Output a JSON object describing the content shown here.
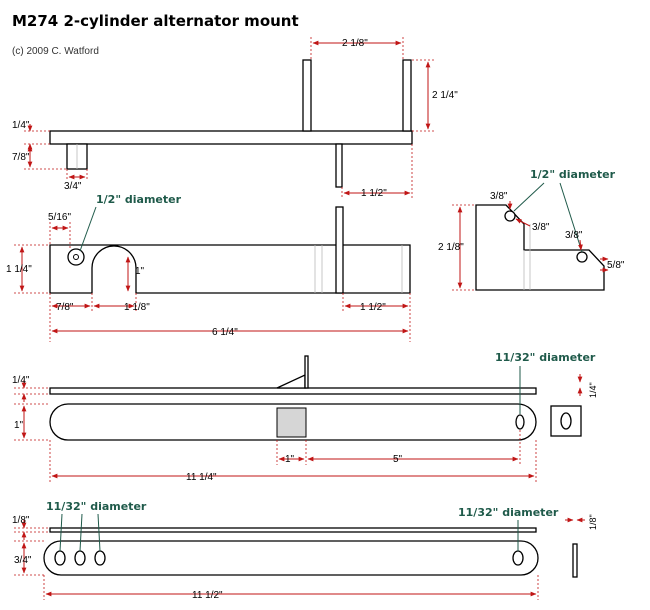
{
  "title": "M274 2-cylinder alternator mount",
  "copyright": "(c) 2009 C. Watford",
  "colors": {
    "dimension": "#c01616",
    "hole_label": "#1f5a4a",
    "outline": "#000000"
  },
  "dims": {
    "top_width_2_1_8": "2 1/8\"",
    "top_height_2_1_4": "2 1/4\"",
    "top_thick_1_4": "1/4\"",
    "top_tab_7_8": "7/8\"",
    "top_tab_3_4": "3/4\"",
    "top_post_1_1_2": "1 1/2\"",
    "side_hole_5_16": "5/16\"",
    "side_height_1_1_4": "1 1/4\"",
    "side_slot_1": "1\"",
    "side_7_8": "7/8\"",
    "side_1_1_8": "1 1/8\"",
    "side_post_1_1_2": "1 1/2\"",
    "side_total_6_1_4": "6 1/4\"",
    "end_3_8_a": "3/8\"",
    "end_3_8_b": "3/8\"",
    "end_3_8_c": "3/8\"",
    "end_2_1_8": "2 1/8\"",
    "end_5_8": "5/8\"",
    "arm_thick_1_4": "1/4\"",
    "arm_height_1": "1\"",
    "arm_block_1": "1\"",
    "arm_5": "5\"",
    "arm_total_11_1_4": "11 1/4\"",
    "arm_end_1_4": "1/4\"",
    "bar_thick_1_8": "1/8\"",
    "bar_height_3_4": "3/4\"",
    "bar_total_11_1_2": "11 1/2\"",
    "bar_end_1_8": "1/8\""
  },
  "holes": {
    "side_half_inch": "1/2\" diameter",
    "end_half_inch": "1/2\" diameter",
    "arm_11_32": "11/32\" diameter",
    "bar_left_11_32": "11/32\" diameter",
    "bar_right_11_32": "11/32\" diameter"
  }
}
